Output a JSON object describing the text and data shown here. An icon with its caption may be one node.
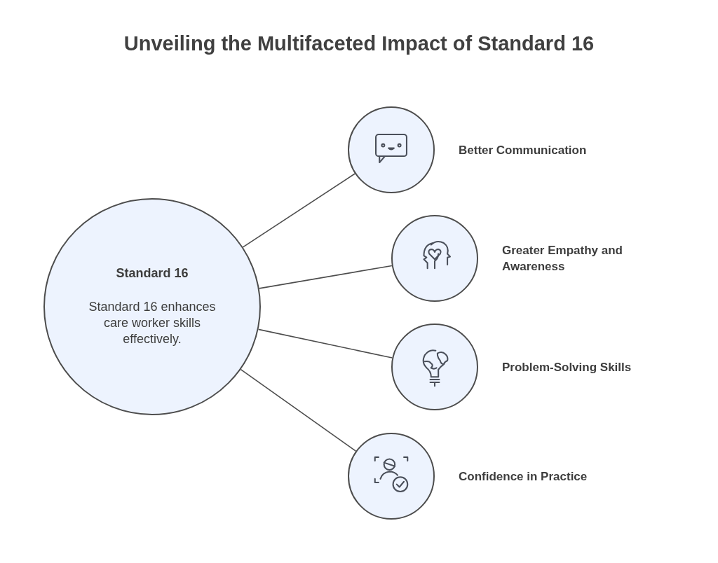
{
  "diagram": {
    "title": "Unveiling the Multifaceted Impact of Standard 16",
    "nodes": [
      {
        "text": [
          "Standard 16",
          "Standard 16 enhances care worker skills effectively."
        ]
      },
      {
        "text": [],
        "shape": "circle",
        "beside": [
          "Better Communication"
        ]
      },
      {
        "text": [],
        "shape": "circle",
        "beside": [
          "Greater Empathy and Awareness"
        ]
      },
      {
        "text": [],
        "shape": "circle",
        "beside": [
          "Problem-Solving Skills"
        ]
      },
      {
        "text": [],
        "shape": "circle",
        "beside": [
          "Confidence in Practice"
        ]
      }
    ],
    "edges": [
      {
        "from": 0,
        "to": 1,
        "arrow": "none"
      },
      {
        "from": 0,
        "to": 2,
        "arrow": "none"
      },
      {
        "from": 0,
        "to": 3,
        "arrow": "none"
      },
      {
        "from": 0,
        "to": 4,
        "arrow": "none"
      }
    ]
  }
}
